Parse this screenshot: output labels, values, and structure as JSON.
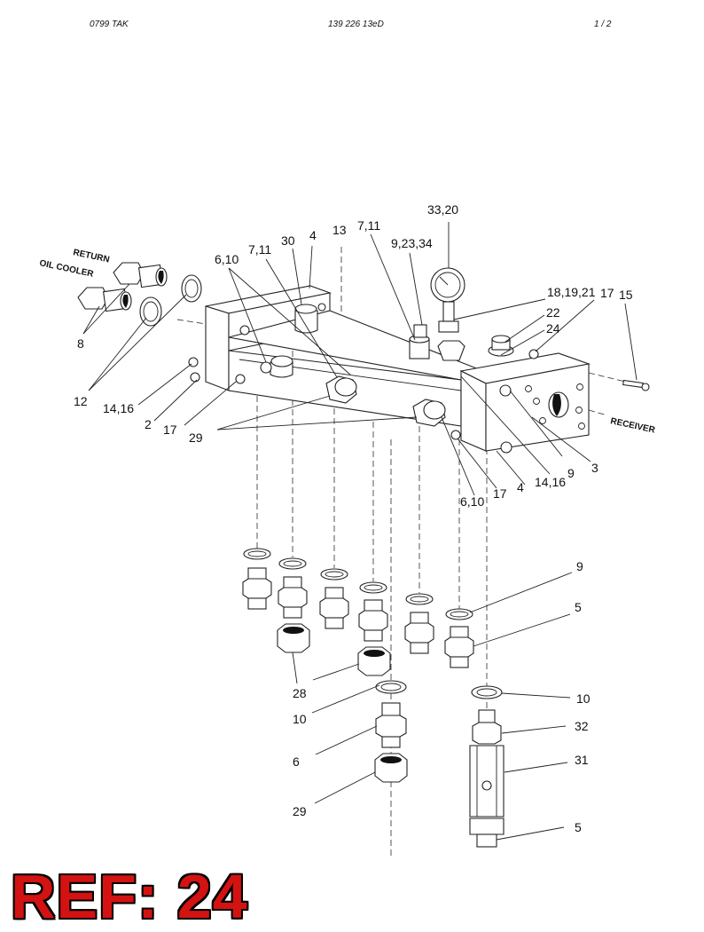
{
  "header": {
    "left": "0799   TAK",
    "center": "139 226 13eD",
    "right": "1 / 2"
  },
  "tags": {
    "return": "RETURN",
    "oil_cooler": "OIL COOLER",
    "receiver": "RECEIVER"
  },
  "callouts": [
    "33,20",
    "9,23,34",
    "7,11",
    "13",
    "4",
    "30",
    "7,11",
    "6,10",
    "18,19,21",
    "17",
    "15",
    "22",
    "24",
    "8",
    "12",
    "14,16",
    "2",
    "17",
    "29",
    "9",
    "14,16",
    "3",
    "6,10",
    "17",
    "4",
    "9",
    "5",
    "28",
    "10",
    "6",
    "29",
    "10",
    "32",
    "31",
    "5"
  ],
  "footer": {
    "ref": "REF: 24"
  },
  "colors": {
    "ref_text": "#d31212",
    "ref_outline": "#000000",
    "line": "#222222"
  }
}
